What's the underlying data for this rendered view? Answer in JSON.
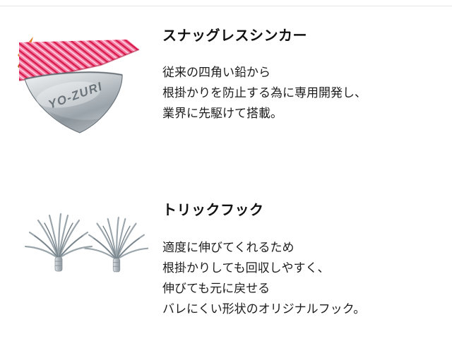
{
  "page": {
    "background": "#ffffff"
  },
  "features": [
    {
      "title": "スナッグレスシンカー",
      "description_lines": [
        "従来の四角い鉛から",
        "根掛かりを防止する為に専用開発し、",
        "業界に先駆けて搭載。"
      ],
      "image": "snagless-sinker-photo"
    },
    {
      "title": "トリックフック",
      "description_lines": [
        "適度に伸びてくれるため",
        "根掛かりしても回収しやすく、",
        "伸びても元に戻せる",
        "バレにくい形状のオリジナルフック。"
      ],
      "image": "trick-hook-photo"
    }
  ],
  "sinker": {
    "brand_text": "YO-ZURI"
  },
  "colors": {
    "title_text": "#111111",
    "body_text": "#1d1d1d",
    "cloth_pink": "#f27ba4",
    "cloth_red": "#d81b4a",
    "accent_orange": "#dd7a22",
    "metal_light": "#f2f4f5",
    "metal_dark": "#9aa3aa"
  }
}
